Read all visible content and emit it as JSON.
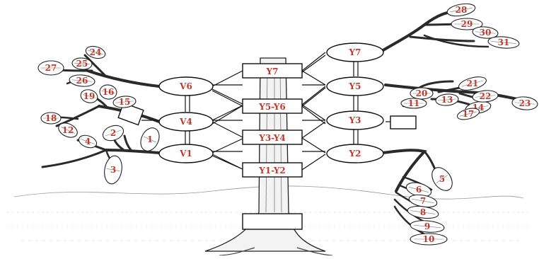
{
  "diagram": {
    "trunk_labels": [
      "Y7",
      "Y5-Y6",
      "Y3-Y4",
      "Y1-Y2",
      ""
    ],
    "left_nodes": [
      "V6",
      "V4",
      "V1"
    ],
    "right_nodes": [
      "Y7",
      "Y5",
      "Y3",
      "Y2"
    ],
    "leaves": [
      "1",
      "2",
      "3",
      "4",
      "5",
      "6",
      "7",
      "8",
      "9",
      "10",
      "11",
      "12",
      "13",
      "14",
      "15",
      "16",
      "17",
      "18",
      "19",
      "20",
      "21",
      "22",
      "23",
      "24",
      "25",
      "26",
      "27",
      "28",
      "29",
      "30",
      "31"
    ],
    "accent_color": "#c0392b"
  }
}
